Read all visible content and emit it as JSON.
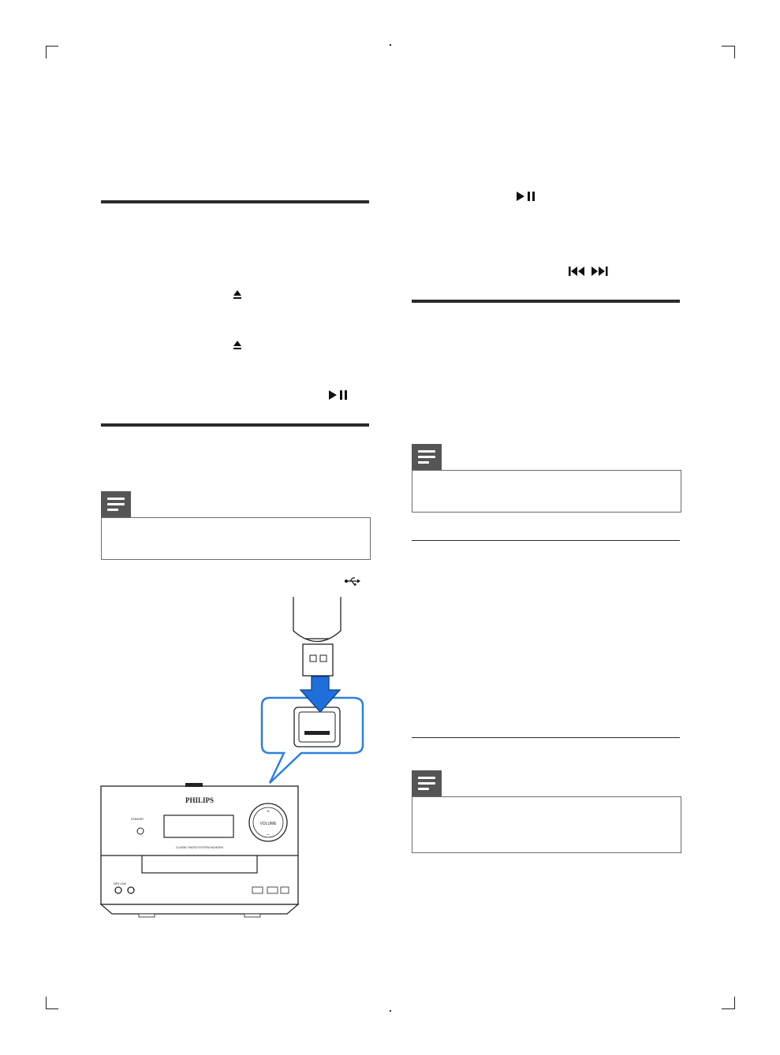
{
  "page": {
    "background": "#ffffff",
    "rule_color": "#2a2a2a",
    "note_tab_color": "#555555",
    "arrow_color": "#1e6fd9",
    "callout_outline_color": "#2e7fe0"
  },
  "left_column": {
    "eject_icon_1": "eject-icon",
    "eject_icon_2": "eject-icon",
    "play_pause_icon": "play-pause-icon",
    "usb_icon": "usb-icon",
    "note_icon": "note-icon"
  },
  "right_column": {
    "play_pause_icon": "play-pause-icon",
    "skip_icons": "skip-prev-next-icons",
    "note_icon_1": "note-icon",
    "note_icon_2": "note-icon"
  },
  "illustration": {
    "brand": "PHILIPS",
    "volume_label": "VOLUME",
    "volume_plus": "+",
    "volume_minus": "–",
    "standby_label": "STANDBY",
    "subtitle": "CLASSIC MICRO SYSTEM MCM2000",
    "jack_label": "MP3 LINK"
  }
}
